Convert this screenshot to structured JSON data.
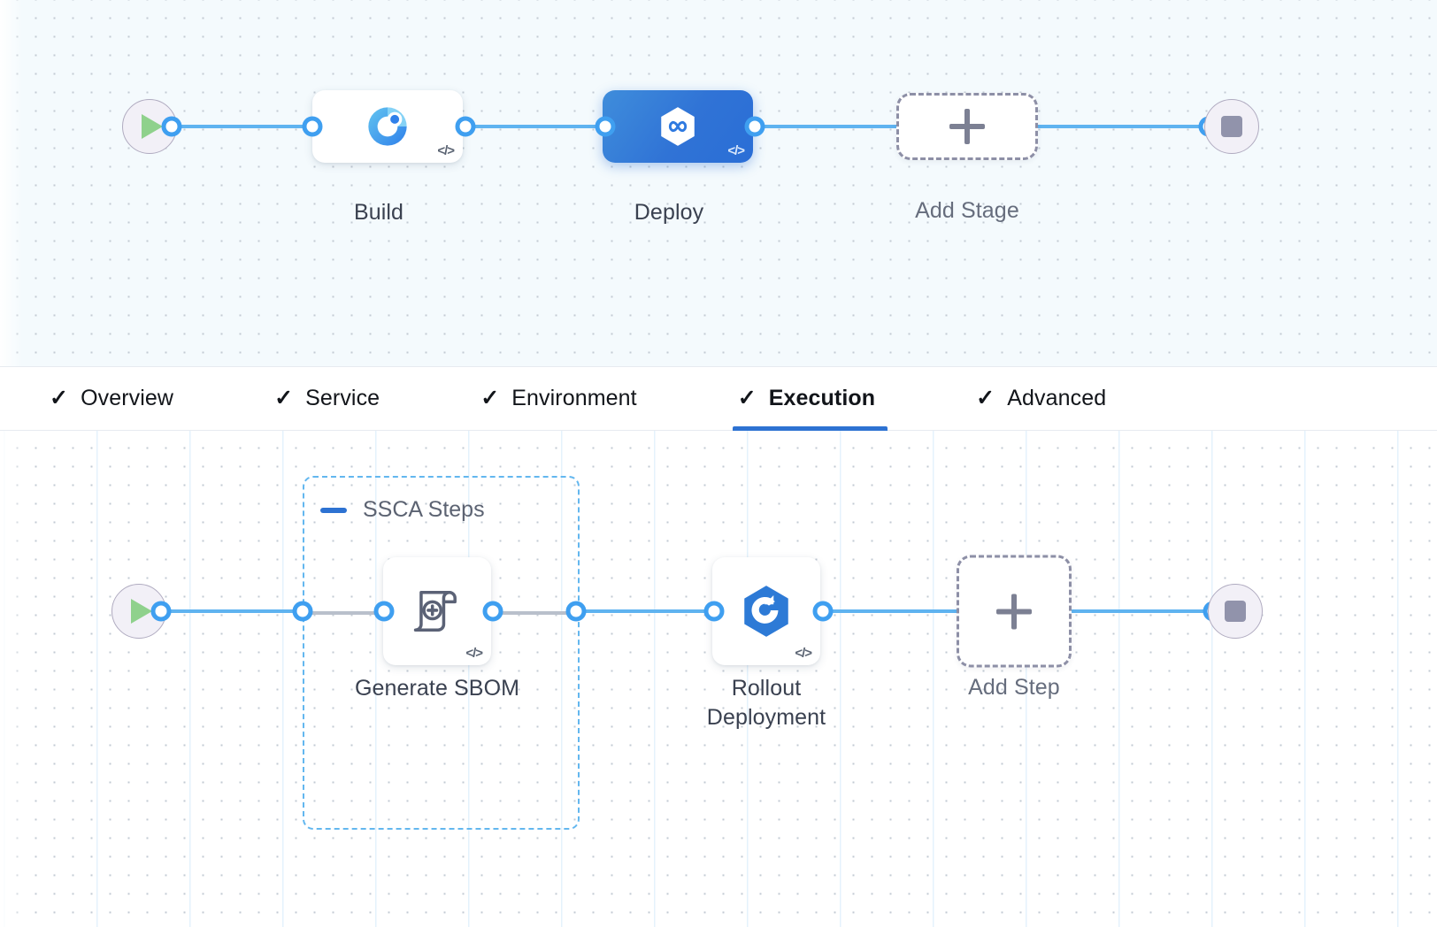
{
  "stage_canvas": {
    "name": "pipeline-stage-canvas",
    "start_node": {
      "icon": "play-icon"
    },
    "end_node": {
      "icon": "stop-icon"
    },
    "stages": [
      {
        "label": "Build",
        "icon": "ci-build-icon",
        "selected": false,
        "code_tag": "</>"
      },
      {
        "label": "Deploy",
        "icon": "cd-deploy-icon",
        "selected": true,
        "code_tag": "</>"
      }
    ],
    "add_stage": {
      "label": "Add Stage",
      "icon": "plus-icon"
    }
  },
  "tabs": {
    "name": "stage-config-tabs",
    "items": [
      {
        "label": "Overview",
        "icon": "check-icon",
        "active": false
      },
      {
        "label": "Service",
        "icon": "check-icon",
        "active": false
      },
      {
        "label": "Environment",
        "icon": "check-icon",
        "active": false
      },
      {
        "label": "Execution",
        "icon": "check-icon",
        "active": true
      },
      {
        "label": "Advanced",
        "icon": "check-icon",
        "active": false
      }
    ],
    "active_color": "#2d72d2"
  },
  "step_canvas": {
    "name": "execution-step-canvas",
    "start_node": {
      "icon": "play-icon"
    },
    "end_node": {
      "icon": "stop-icon"
    },
    "group": {
      "label": "SSCA Steps",
      "collapse_icon": "minus-icon",
      "border_color": "#63b7ef"
    },
    "steps": [
      {
        "label": "Generate SBOM",
        "icon": "sbom-scroll-plus-icon",
        "code_tag": "</>",
        "in_group": true
      },
      {
        "label": "Rollout\nDeployment",
        "icon": "rollout-hexagon-icon",
        "code_tag": "</>",
        "in_group": false
      }
    ],
    "add_step": {
      "label": "Add Step",
      "icon": "plus-icon"
    }
  },
  "colors": {
    "wire": "#5fb3f0",
    "dashed_wire": "#b9c0cb",
    "selected_node": "#2d72d2",
    "accent": "#2d72d2"
  }
}
